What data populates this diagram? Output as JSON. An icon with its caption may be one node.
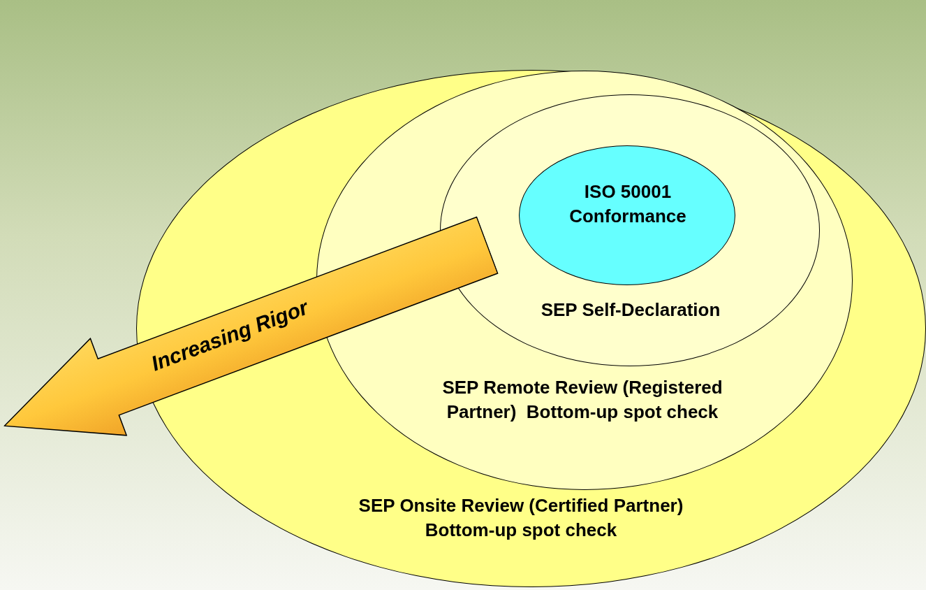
{
  "diagram": {
    "nodes": [
      {
        "text": [
          "SEP Onsite Review (Certified Partner) Bottom-up spot check"
        ]
      },
      {
        "text": [
          "SEP Remote Review (Registered Partner)  Bottom-up spot check"
        ],
        "in": 0
      },
      {
        "text": [
          "SEP Self-Declaration"
        ],
        "in": 1
      },
      {
        "text": [
          "ISO 50001 Conformance"
        ],
        "in": 2
      },
      {
        "text": [
          "Increasing Rigor"
        ]
      }
    ]
  }
}
